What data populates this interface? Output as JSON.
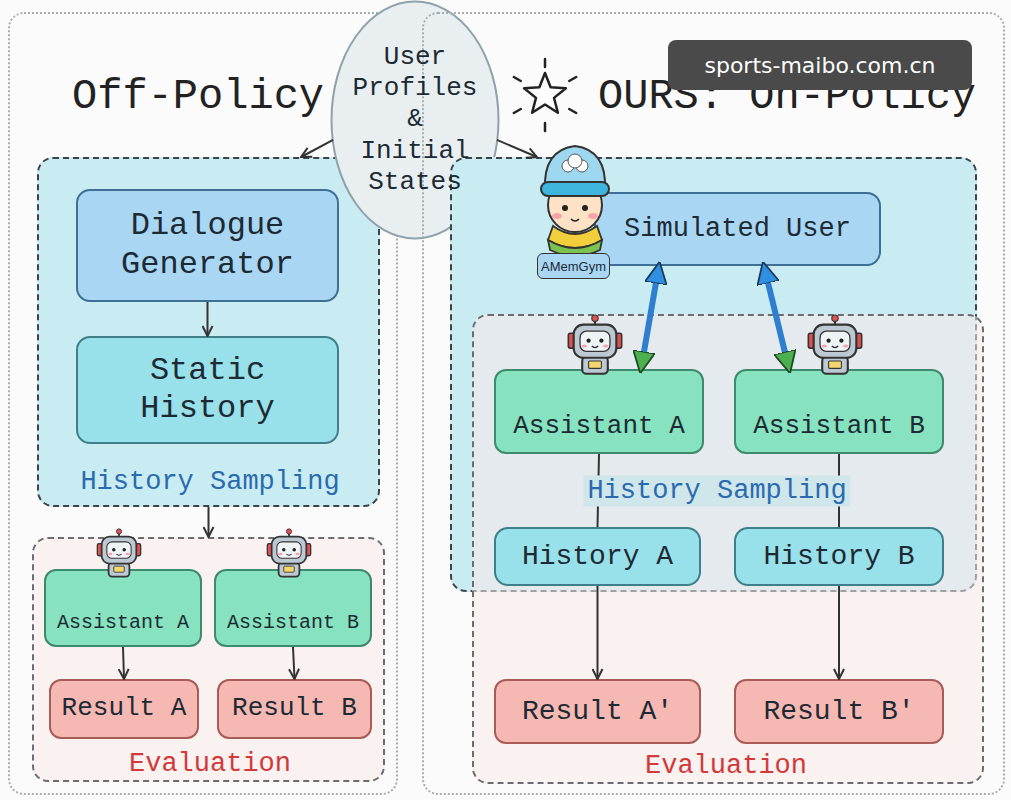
{
  "diagram": {
    "nodes": [
      {
        "text": [
          "Off-Policy"
        ]
      },
      {
        "text": [
          "History Sampling"
        ],
        "in": 0
      },
      {
        "text": [
          "Dialogue Generator"
        ],
        "in": 1
      },
      {
        "text": [
          "Static History"
        ],
        "in": 1
      },
      {
        "text": [
          "Evaluation"
        ],
        "in": 0
      },
      {
        "text": [
          "Assistant A"
        ],
        "in": 4
      },
      {
        "text": [
          "Assistant B"
        ],
        "in": 4
      },
      {
        "text": [
          "Result A"
        ],
        "in": 4
      },
      {
        "text": [
          "Result B"
        ],
        "in": 4
      },
      {
        "text": [
          "User Profiles & Initial States"
        ]
      },
      {
        "text": [
          "OURS: On-Policy"
        ]
      },
      {
        "text": [
          "History Sampling"
        ],
        "in": 10
      },
      {
        "text": [
          "Simulated User"
        ],
        "in": 11
      },
      {
        "text": [
          "Evaluation"
        ],
        "in": 10
      },
      {
        "text": [
          "Assistant A"
        ],
        "in": 13
      },
      {
        "text": [
          "Assistant B"
        ],
        "in": 13
      },
      {
        "text": [
          "History A"
        ],
        "in": 13
      },
      {
        "text": [
          "History B"
        ],
        "in": 13
      },
      {
        "text": [
          "Result A'"
        ],
        "in": 13
      },
      {
        "text": [
          "Result B'"
        ],
        "in": 13
      }
    ],
    "edges": [
      {
        "from": 9,
        "to": 1,
        "arrow": "to"
      },
      {
        "from": 9,
        "to": 11,
        "arrow": "to"
      },
      {
        "from": 2,
        "to": 3,
        "arrow": "to"
      },
      {
        "from": 1,
        "to": 4,
        "arrow": "to"
      },
      {
        "from": 5,
        "to": 7,
        "arrow": "to"
      },
      {
        "from": 6,
        "to": 8,
        "arrow": "to"
      },
      {
        "from": 12,
        "to": 14,
        "arrow": "both"
      },
      {
        "from": 12,
        "to": 15,
        "arrow": "both"
      },
      {
        "from": 14,
        "to": 16,
        "arrow": "none"
      },
      {
        "from": 15,
        "to": 17,
        "arrow": "none"
      },
      {
        "from": 16,
        "to": 18,
        "arrow": "to"
      },
      {
        "from": 17,
        "to": 19,
        "arrow": "to"
      }
    ],
    "labels": [
      "sports-maibo.com.cn",
      "AMemGym"
    ]
  }
}
